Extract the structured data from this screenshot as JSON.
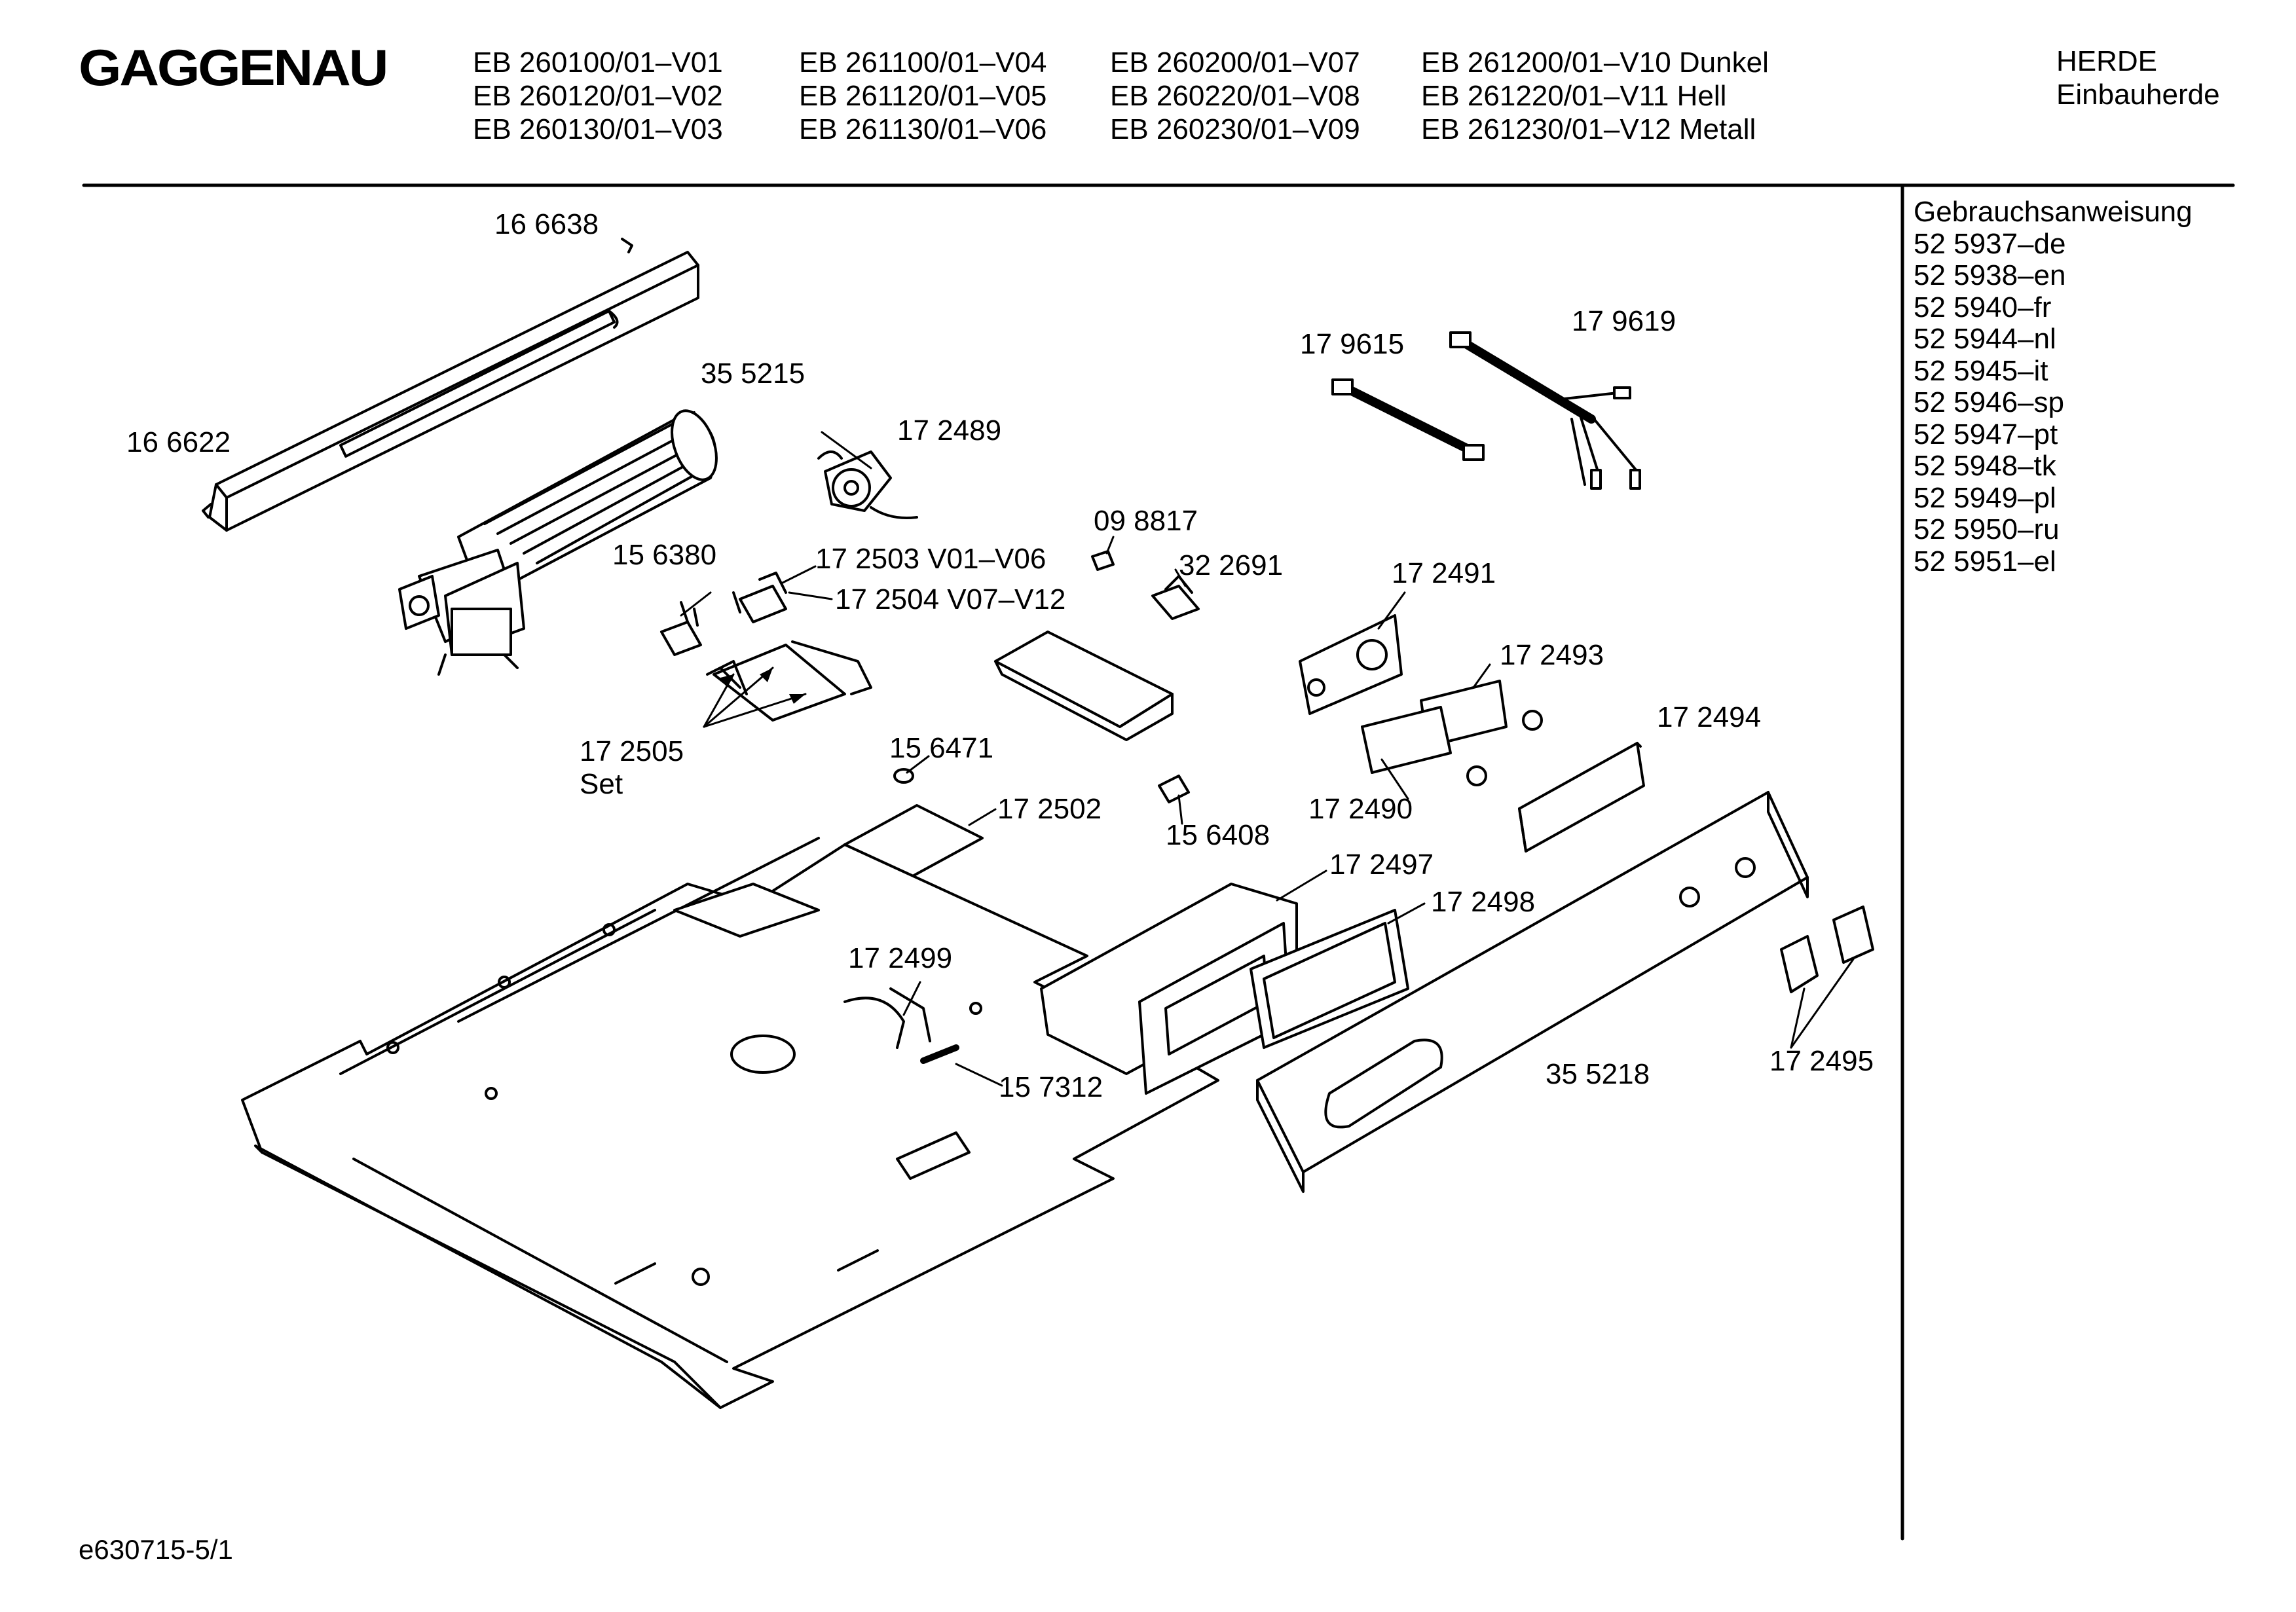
{
  "header": {
    "brand": "GAGGENAU",
    "model_columns": [
      [
        "EB 260100/01–V01",
        "EB 260120/01–V02",
        "EB 260130/01–V03"
      ],
      [
        "EB 261100/01–V04",
        "EB 261120/01–V05",
        "EB 261130/01–V06"
      ],
      [
        "EB 260200/01–V07",
        "EB 260220/01–V08",
        "EB 260230/01–V09"
      ],
      [
        "EB 261200/01–V10 Dunkel",
        "EB 261220/01–V11 Hell",
        "EB 261230/01–V12 Metall"
      ]
    ],
    "category": "HERDE",
    "subcategory": "Einbauherde"
  },
  "manuals": {
    "title": "Gebrauchsanweisung",
    "items": [
      "52 5937–de",
      "52 5938–en",
      "52 5940–fr",
      "52 5944–nl",
      "52 5945–it",
      "52 5946–sp",
      "52 5947–pt",
      "52 5948–tk",
      "52 5949–pl",
      "52 5950–ru",
      "52 5951–el"
    ]
  },
  "parts": {
    "p166638": "16 6638",
    "p166622": "16 6622",
    "p355215": "35 5215",
    "p172489": "17 2489",
    "p179615": "17 9615",
    "p179619": "17 9619",
    "p156380": "15 6380",
    "p172503": "17 2503 V01–V06",
    "p172504": "17 2504 V07–V12",
    "p098817": "09 8817",
    "p322691": "32 2691",
    "p172491": "17 2491",
    "p172493": "17 2493",
    "p172505": "17 2505",
    "p172505set": "Set",
    "p156471": "15 6471",
    "p172502": "17 2502",
    "p156408": "15 6408",
    "p172490": "17 2490",
    "p172494": "17 2494",
    "p172497": "17 2497",
    "p172498": "17 2498",
    "p172499": "17 2499",
    "p157312": "15 7312",
    "p355218": "35 5218",
    "p172495": "17 2495"
  },
  "footer": {
    "doc_id": "e630715-5/1"
  }
}
